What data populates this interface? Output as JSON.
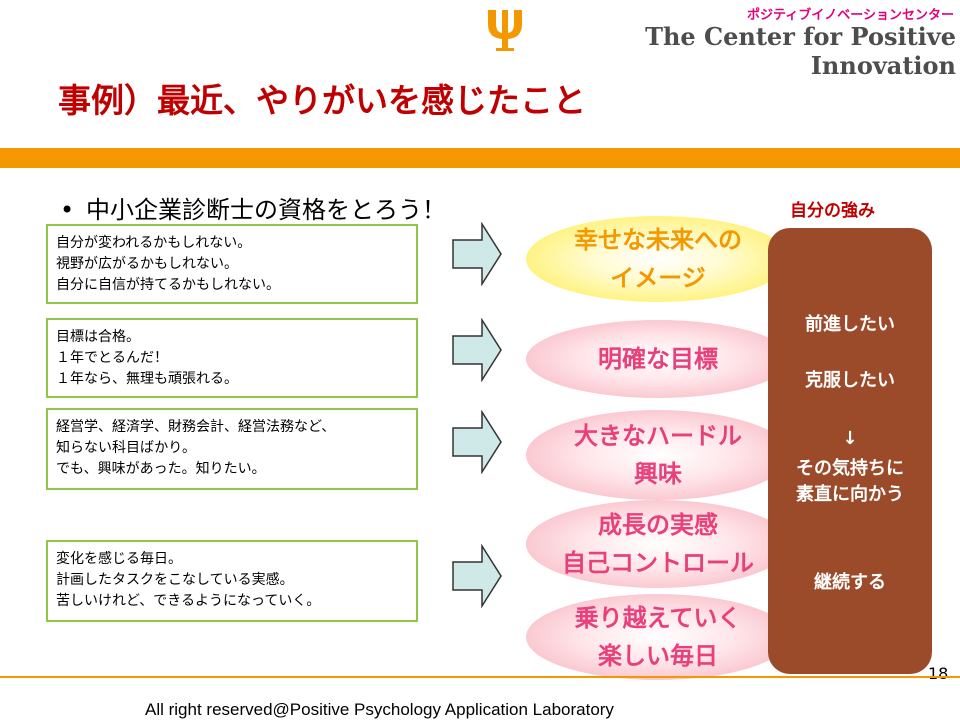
{
  "header": {
    "logo_jp": "ポジティブイノベーションセンター",
    "logo_en": "The Center for Positive Innovation",
    "logo_icon": "psi-icon",
    "brand_color": "#f39800"
  },
  "title": "事例）最近、やりがいを感じたこと",
  "bullet": "中小企業診断士の資格をとろう！",
  "boxes": [
    {
      "lines": [
        "自分が変われるかもしれない。",
        "視野が広がるかもしれない。",
        "自分に自信が持てるかもしれない。"
      ]
    },
    {
      "lines": [
        "目標は合格。",
        "１年でとるんだ！",
        "１年なら、無理も頑張れる。"
      ]
    },
    {
      "lines": [
        "経営学、経済学、財務会計、経営法務など、",
        "知らない科目ばかり。",
        "でも、興味があった。知りたい。"
      ]
    },
    {
      "lines": [
        "変化を感じる毎日。",
        "計画したタスクをこなしている実感。",
        "苦しいけれど、できるようになっていく。"
      ]
    }
  ],
  "ellipses": [
    {
      "lines": [
        "幸せな未来への",
        "イメージ"
      ]
    },
    {
      "lines": [
        "明確な目標"
      ]
    },
    {
      "lines": [
        "大きなハードル",
        "興味"
      ]
    },
    {
      "lines": [
        "成長の実感",
        "自己コントロール"
      ]
    },
    {
      "lines": [
        "乗り越えていく",
        "楽しい毎日"
      ]
    }
  ],
  "strengths": {
    "heading": "自分の強み",
    "items": [
      "前進したい",
      "克服したい",
      "↓",
      "その気持ちに",
      "素直に向かう",
      "継続する"
    ]
  },
  "page_number": "18",
  "footer": "All right reserved@Positive Psychology Application Laboratory"
}
